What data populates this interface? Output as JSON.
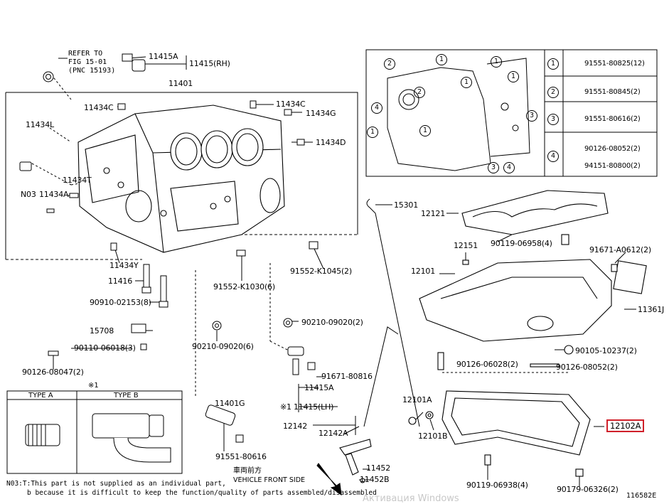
{
  "top_left": {
    "refer": [
      "REFER TO",
      "FIG 15-01",
      "(PNC 15193)"
    ]
  },
  "labels": {
    "p11415A_top": "11415A",
    "p11415_rh": "11415(RH)",
    "p11401": "11401",
    "p11434C_left": "11434C",
    "p11434C_right": "11434C",
    "p11434G": "11434G",
    "p11434L": "11434L",
    "p11434D": "11434D",
    "p11434T": "11434T",
    "p11434A": "11434A",
    "n03": "N03",
    "p11434Y": "11434Y",
    "p11416": "11416",
    "p90910_02153": "90910-02153(8)",
    "p91552_K1030": "91552-K1030(6)",
    "p91552_K1045": "91552-K1045(2)",
    "p15708": "15708",
    "p90110_06018": "90110-06018(3)",
    "p90210_09020_6": "90210-09020(6)",
    "p90210_09020_2": "90210-09020(2)",
    "p90126_08047": "90126-08047(2)",
    "p15301": "15301",
    "p12121": "12121",
    "p90119_06958": "90119-06958(4)",
    "p12151": "12151",
    "p91671_A0612": "91671-A0612(2)",
    "p12101": "12101",
    "p11361J": "11361J",
    "p90105_10237": "90105-10237(2)",
    "p90126_06028": "90126-06028(2)",
    "p90126_08052_b": "90126-08052(2)",
    "p91671_80816": "91671-80816",
    "p11415A_mid": "11415A",
    "p11415_lh": "11415(LH)",
    "star1_lh": "※1",
    "p11401G": "11401G",
    "p12101A": "12101A",
    "p12101B": "12101B",
    "p12102A": "12102A",
    "p12142": "12142",
    "p12142A": "12142A",
    "p11452": "11452",
    "p11452B": "11452B",
    "p91551_80616_b": "91551-80616",
    "p90119_06938": "90119-06938(4)",
    "p90179_06326": "90179-06326(2)",
    "front_jp": "車両前方",
    "front_en": "VEHICLE FRONT SIDE",
    "diagram_id": "116582E"
  },
  "type_box": {
    "marker": "※1",
    "type_a": "TYPE A",
    "type_b": "TYPE B"
  },
  "inset_table": {
    "rows": [
      {
        "num": "1",
        "part": "91551-80825(12)"
      },
      {
        "num": "2",
        "part": "91551-80845(2)"
      },
      {
        "num": "3",
        "part": "91551-80616(2)"
      },
      {
        "num": "4",
        "part": "90126-08052(2)",
        "part2": "94151-80800(2)"
      }
    ]
  },
  "inset_callouts": [
    "1",
    "2",
    "1",
    "1",
    "1",
    "2",
    "4",
    "1",
    "1",
    "3",
    "3",
    "4"
  ],
  "footnote": {
    "line1": "N03:T:This part is not supplied as an individual part,",
    "line2": "b because it is difficult to keep the function/quality of parts assembled/disassembled"
  },
  "watermark": "Активация Windows",
  "colors": {
    "highlight": "#d0202a",
    "line": "#000000",
    "watermark": "#c8c8c8"
  }
}
